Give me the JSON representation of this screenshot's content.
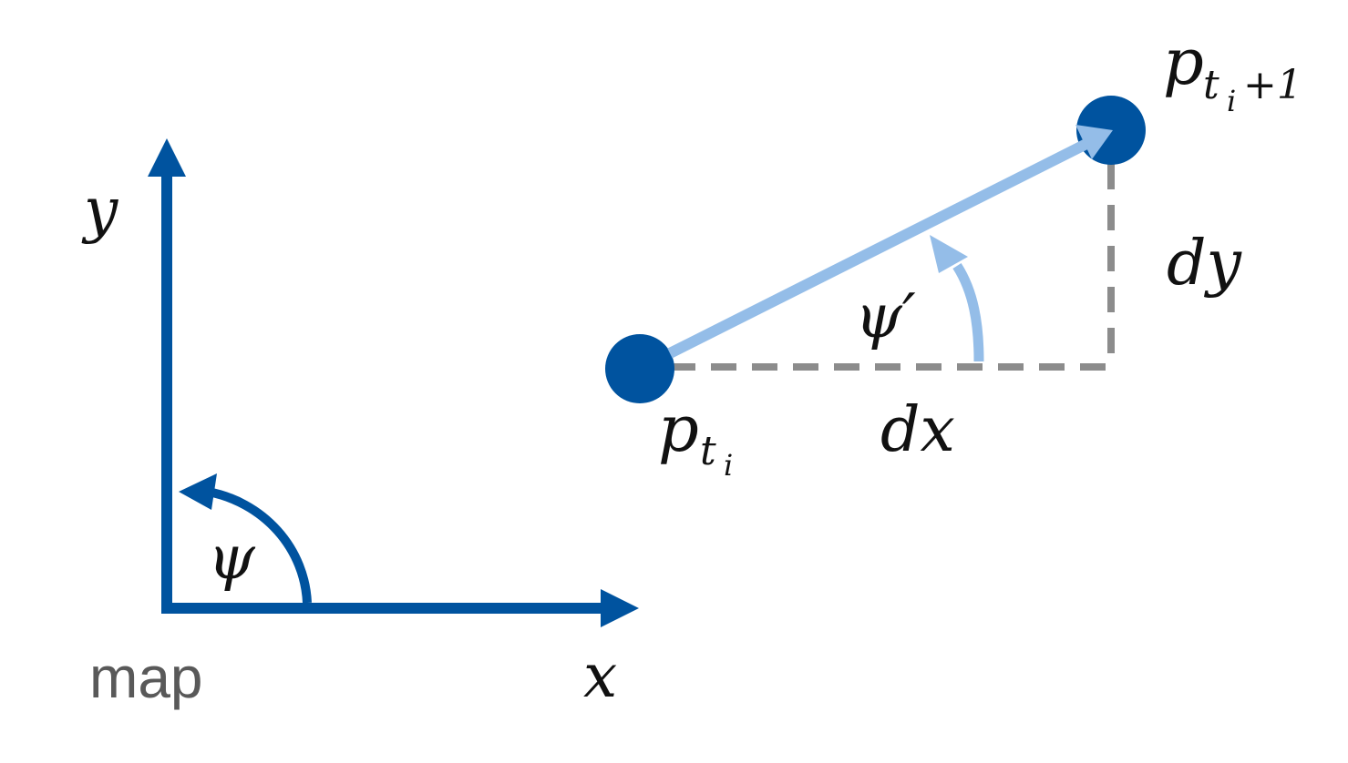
{
  "labels": {
    "axis_x": "x",
    "axis_y": "y",
    "frame": "map",
    "angle_map": "ψ",
    "angle_step": "ψ′",
    "delta_x": "dx",
    "delta_y": "dy",
    "point_base": "p",
    "point_start_sub": "t",
    "point_start_subsub": "i",
    "point_end_sub": "t",
    "point_end_subsub": "i",
    "point_end_suffix": "+1"
  },
  "colors": {
    "axis": "#00539F",
    "point": "#00539F",
    "vector": "#94BDE8",
    "dashed": "#8C8C8C",
    "text": "#111111",
    "frame_label": "#595959"
  }
}
